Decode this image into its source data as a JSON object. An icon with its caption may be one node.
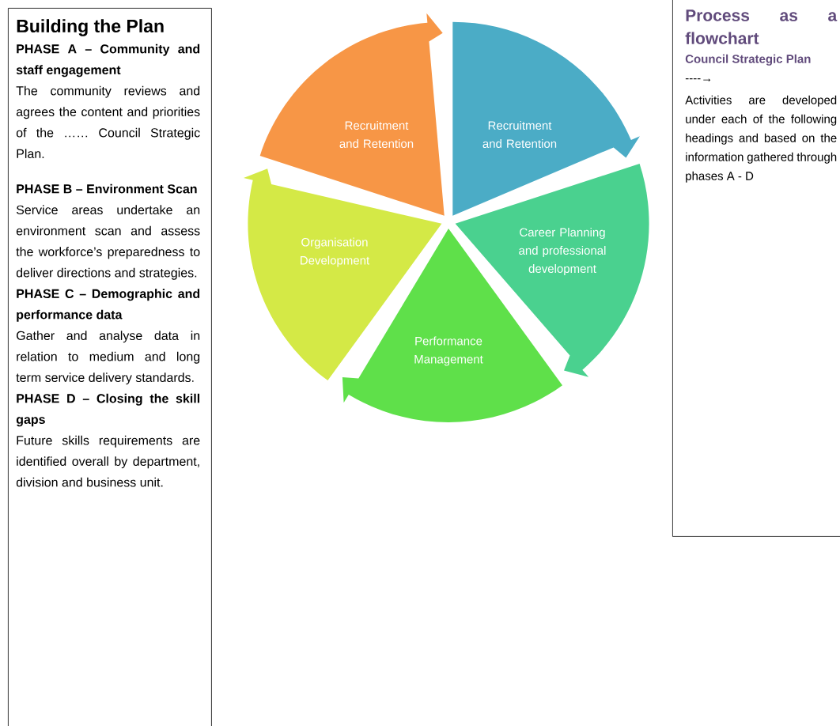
{
  "diagram": {
    "nodes": [
      {
        "text": [
          "Building the Plan",
          "PHASE A – Community and staff engagement",
          "The community reviews and agrees the content and priorities of the …… Council Strategic Plan.",
          "PHASE B – Environment Scan",
          "Service areas undertake an environment scan and assess the workforce’s preparedness to deliver directions and strategies.",
          "PHASE C – Demographic and performance data",
          "Gather and analyse data in relation to medium and long term service delivery standards.",
          "PHASE D – Closing the skill gaps",
          "Future skills requirements are identified overall by department, division and business unit."
        ]
      },
      {
        "text": [
          "Recruitment and Retention"
        ]
      },
      {
        "text": [
          "Recruitment and Retention"
        ]
      },
      {
        "text": [
          "Career Planning and professional development"
        ]
      },
      {
        "text": [
          "Performance Management"
        ]
      },
      {
        "text": [
          "Organisation Development"
        ]
      },
      {
        "text": [
          "Process as a flowchart",
          "Council Strategic Plan",
          "----→",
          "Activities are developed under each of the following headings and based on the information gathered through phases A - D"
        ]
      }
    ]
  }
}
